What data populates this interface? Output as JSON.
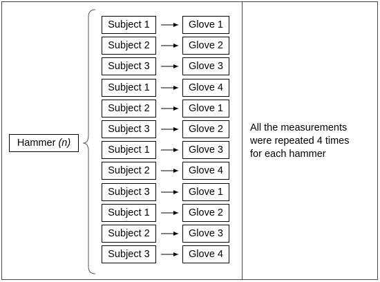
{
  "hammer": {
    "label": "Hammer",
    "variable": "(n)"
  },
  "rows": [
    {
      "subject": "Subject 1",
      "glove": "Glove 1"
    },
    {
      "subject": "Subject 2",
      "glove": "Glove 2"
    },
    {
      "subject": "Subject 3",
      "glove": "Glove 3"
    },
    {
      "subject": "Subject 1",
      "glove": "Glove 4"
    },
    {
      "subject": "Subject 2",
      "glove": "Glove 1"
    },
    {
      "subject": "Subject 3",
      "glove": "Glove 2"
    },
    {
      "subject": "Subject 1",
      "glove": "Glove 3"
    },
    {
      "subject": "Subject 2",
      "glove": "Glove 4"
    },
    {
      "subject": "Subject 3",
      "glove": "Glove 1"
    },
    {
      "subject": "Subject 1",
      "glove": "Glove 2"
    },
    {
      "subject": "Subject 2",
      "glove": "Glove 3"
    },
    {
      "subject": "Subject 3",
      "glove": "Glove 4"
    }
  ],
  "note": {
    "lines": [
      "All the measurements",
      "were repeated 4 times",
      "for each hammer"
    ]
  }
}
